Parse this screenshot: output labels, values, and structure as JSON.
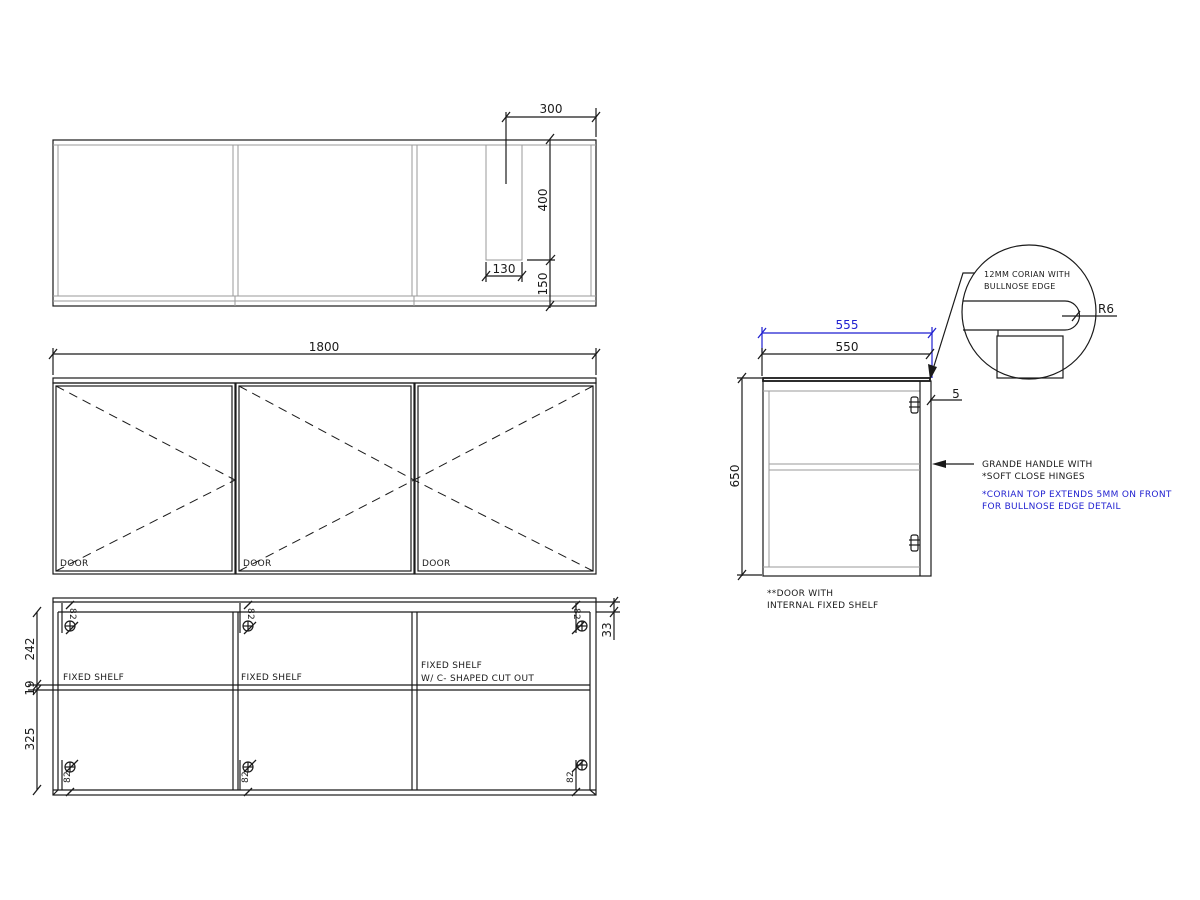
{
  "colors": {
    "line": "#1a1a1a",
    "secondary_line": "#9a9a9a",
    "annotation_blue": "#1f1fd0",
    "background": "#ffffff"
  },
  "plan_view": {
    "dimensions": {
      "cutout_offset": "300",
      "cutout_length": "400",
      "cutout_width": "130",
      "cutout_to_back": "150"
    }
  },
  "front_elevation": {
    "overall_width": "1800",
    "door_labels": [
      "DOOR",
      "DOOR",
      "DOOR"
    ]
  },
  "internal_elevation": {
    "dimensions": {
      "upper_height": "242",
      "shelf_thickness": "19",
      "lower_height": "325",
      "top_offset": "33",
      "hinge_offset_tl": "82",
      "hinge_offset_tm": "82",
      "hinge_offset_tr": "82",
      "hinge_offset_bl": "82",
      "hinge_offset_bm": "82",
      "hinge_offset_br": "82"
    },
    "shelf_labels": [
      {
        "line1": "FIXED SHELF",
        "line2": ""
      },
      {
        "line1": "FIXED SHELF",
        "line2": ""
      },
      {
        "line1": "FIXED SHELF",
        "line2": "W/ C- SHAPED CUT OUT"
      }
    ]
  },
  "side_section": {
    "dimensions": {
      "top_depth": "555",
      "carcass_depth": "550",
      "height": "650",
      "overhang": "5"
    },
    "notes": {
      "door_note_line1": "**DOOR WITH",
      "door_note_line2": "INTERNAL FIXED SHELF",
      "handle_line1": "GRANDE HANDLE WITH",
      "handle_line2": "*SOFT CLOSE HINGES",
      "corian_line1": "*CORIAN TOP EXTENDS 5MM ON FRONT",
      "corian_line2": "FOR BULLNOSE EDGE DETAIL"
    }
  },
  "detail_bubble": {
    "title_line1": "12MM CORIAN WITH",
    "title_line2": "BULLNOSE EDGE",
    "radius_label": "R6"
  }
}
